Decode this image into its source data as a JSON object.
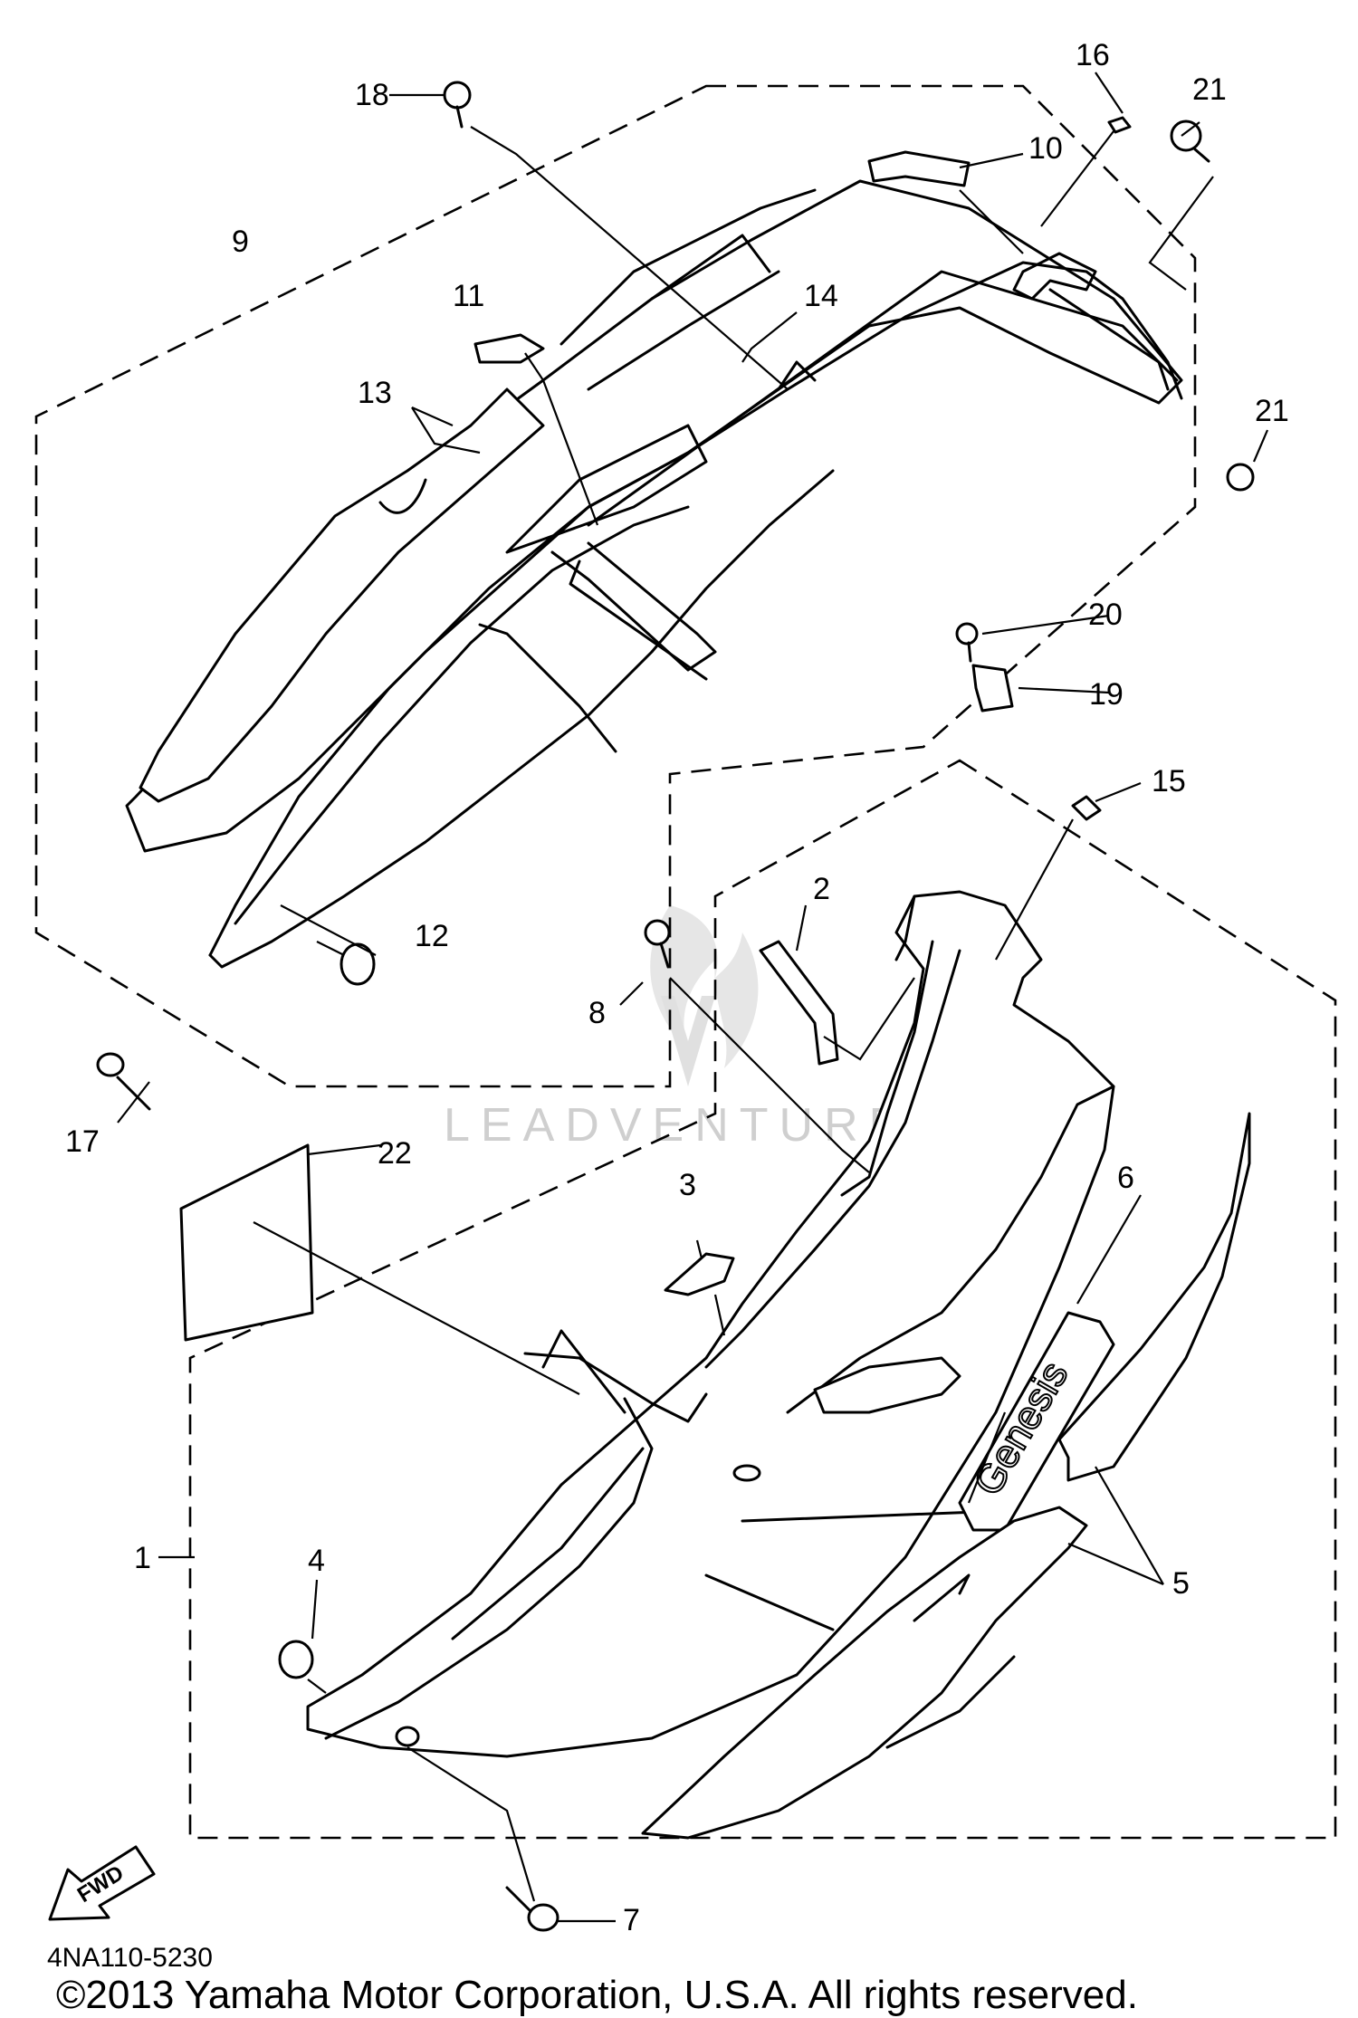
{
  "callouts": [
    "1",
    "2",
    "3",
    "4",
    "5",
    "6",
    "7",
    "8",
    "9",
    "10",
    "11",
    "12",
    "13",
    "14",
    "15",
    "16",
    "17",
    "18",
    "19",
    "20",
    "21",
    "22"
  ],
  "emblem_text": "Genesis",
  "watermark": "LEADVENTURE",
  "fwd_label": "FWD",
  "diagram_code": "4NA110-5230",
  "copyright": "©2013 Yamaha Motor Corporation, U.S.A. All rights reserved."
}
